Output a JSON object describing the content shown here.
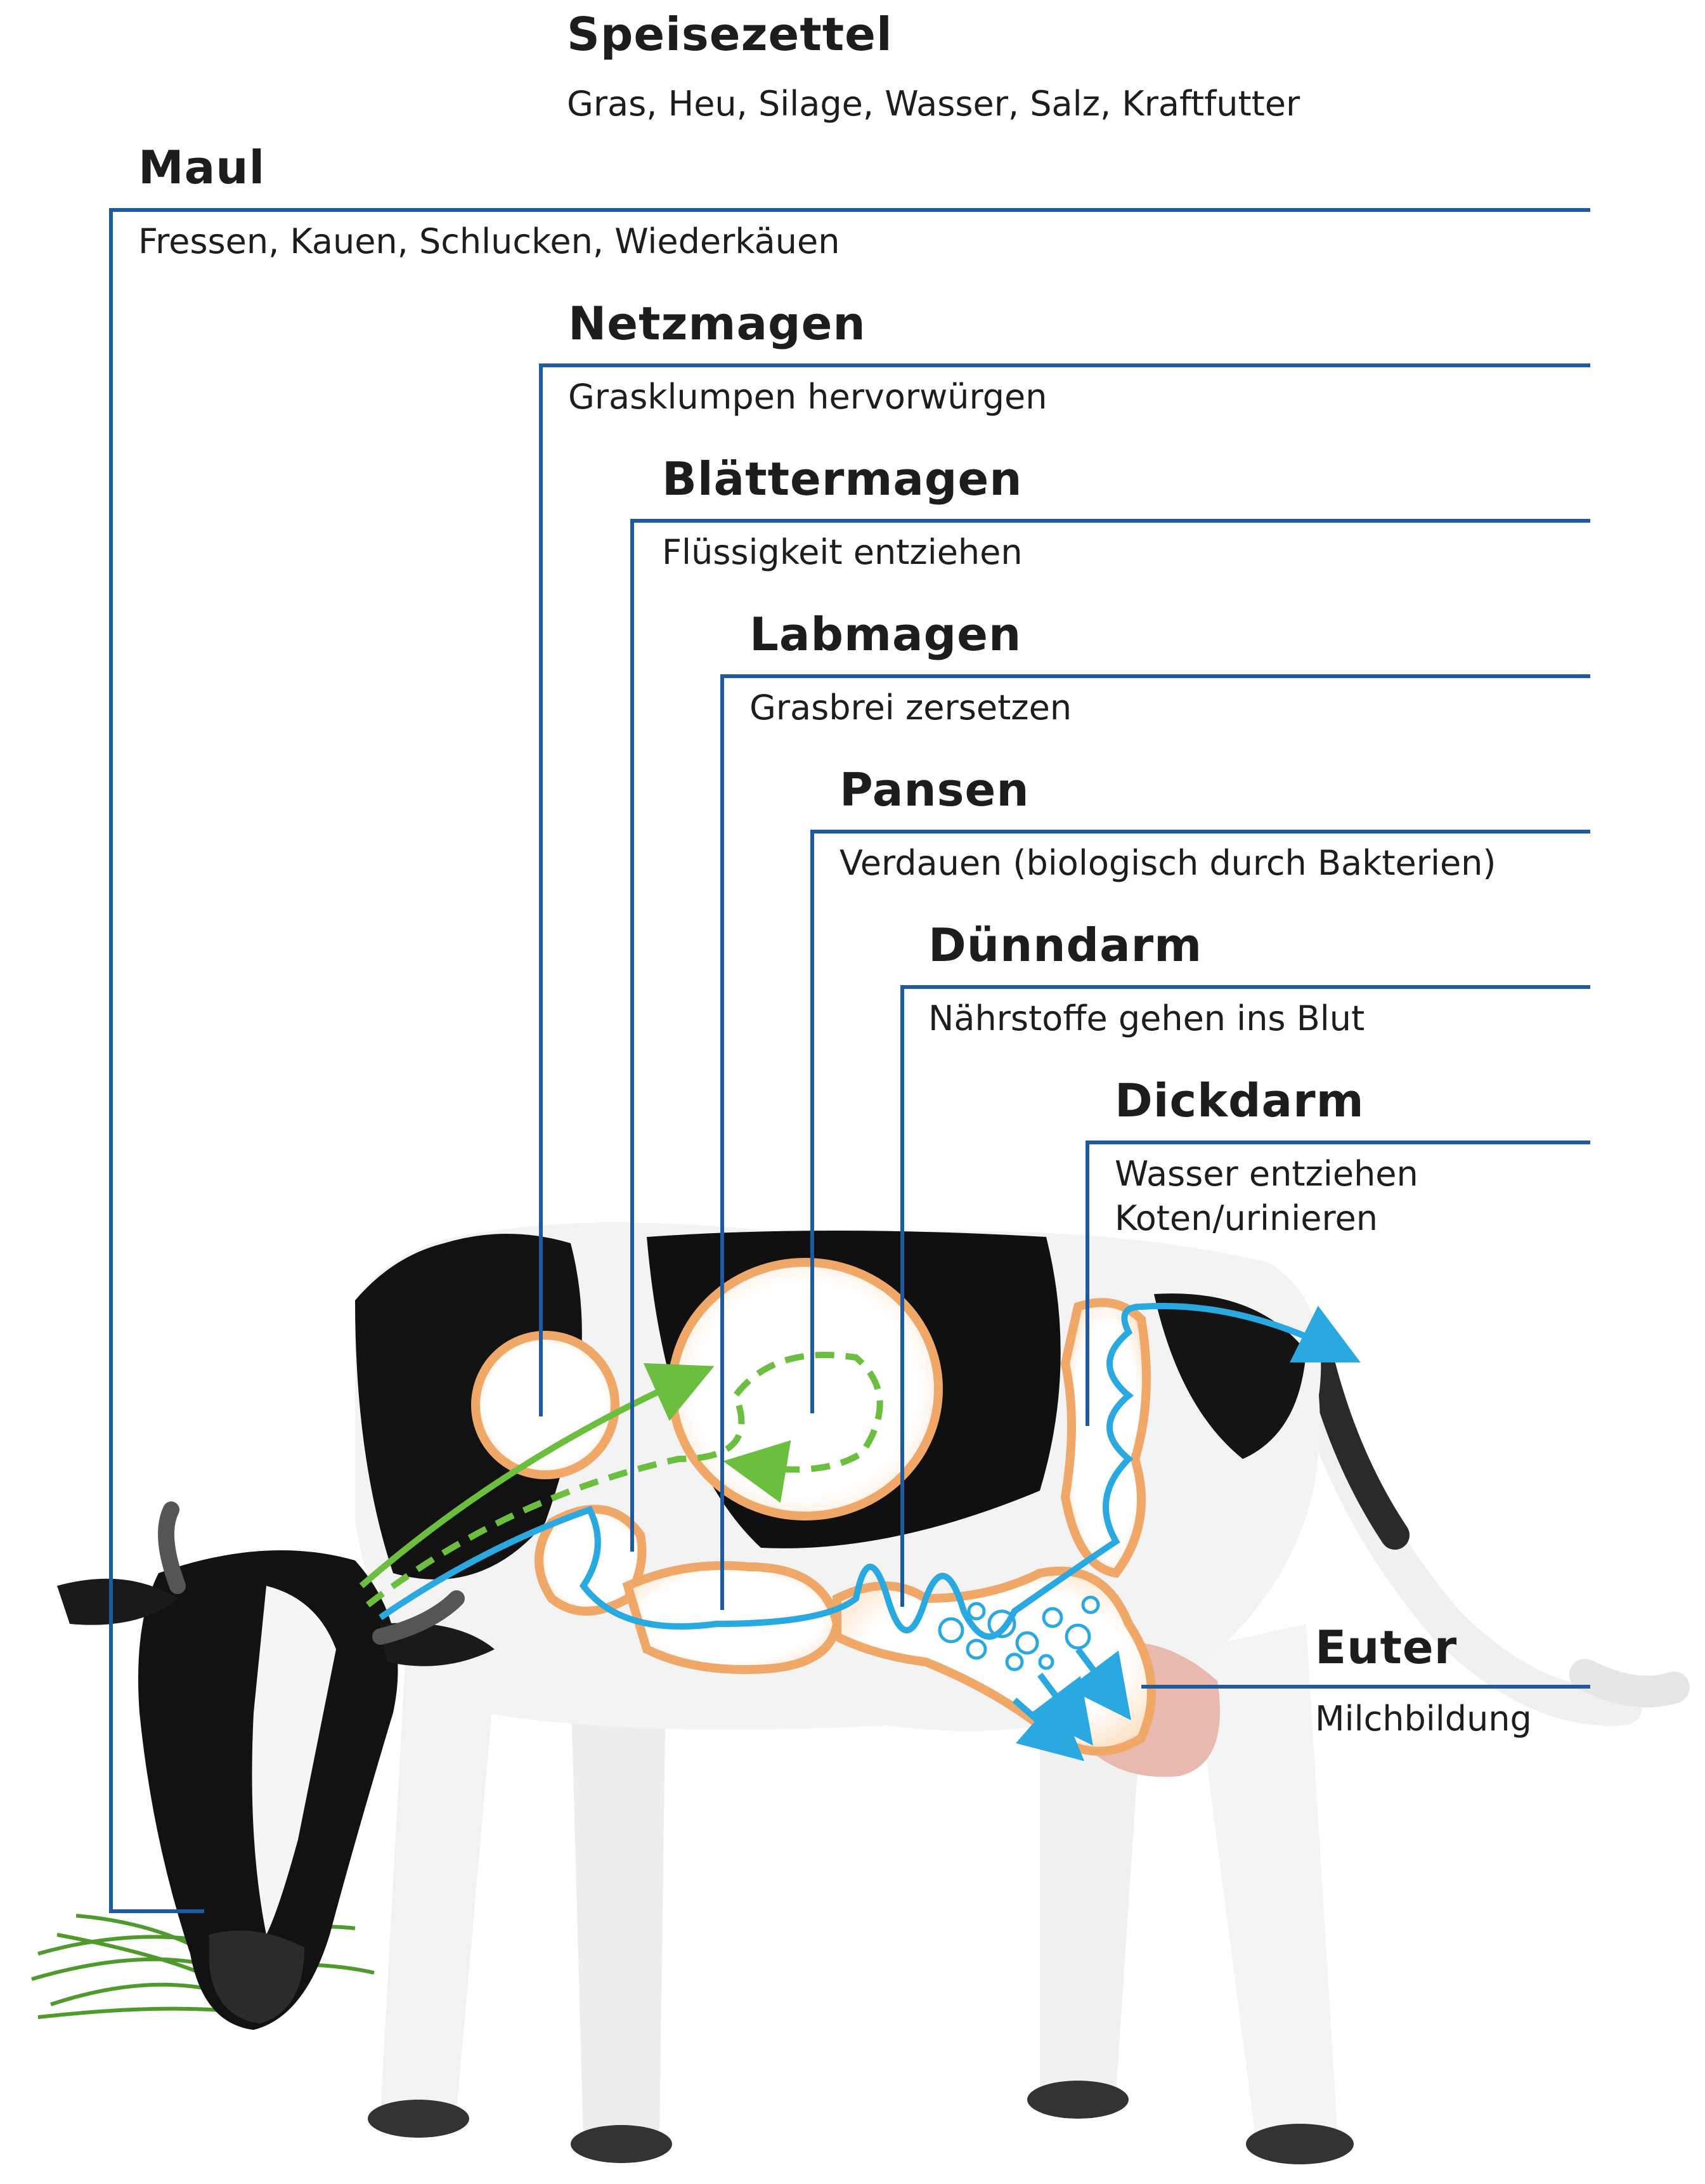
{
  "header": {
    "title": "Speisezettel",
    "text": "Gras, Heu, Silage, Wasser, Salz, Kraftfutter"
  },
  "labels": [
    {
      "id": "maul",
      "title": "Maul",
      "lines": [
        "Fressen, Kauen, Schlucken, Wiederkäuen"
      ]
    },
    {
      "id": "netzmagen",
      "title": "Netzmagen",
      "lines": [
        "Grasklumpen hervorwürgen"
      ]
    },
    {
      "id": "blaettermagen",
      "title": "Blättermagen",
      "lines": [
        "Flüssigkeit entziehen"
      ]
    },
    {
      "id": "labmagen",
      "title": "Labmagen",
      "lines": [
        "Grasbrei zersetzen"
      ]
    },
    {
      "id": "pansen",
      "title": "Pansen",
      "lines": [
        "Verdauen (biologisch durch Bakterien)"
      ]
    },
    {
      "id": "duenndarm",
      "title": "Dünndarm",
      "lines": [
        "Nährstoffe gehen ins Blut"
      ]
    },
    {
      "id": "dickdarm",
      "title": "Dickdarm",
      "lines": [
        "Wasser entziehen",
        "Koten/urinieren"
      ]
    },
    {
      "id": "euter",
      "title": "Euter",
      "lines": [
        "Milchbildung"
      ]
    }
  ],
  "colors": {
    "leader": "#1f5aa0",
    "food_path": "#6cbf3e",
    "liquid_path": "#2aa8e0",
    "organ_outline": "#f0a868",
    "cow_black": "#111111",
    "cow_white": "#f4f4f4"
  }
}
